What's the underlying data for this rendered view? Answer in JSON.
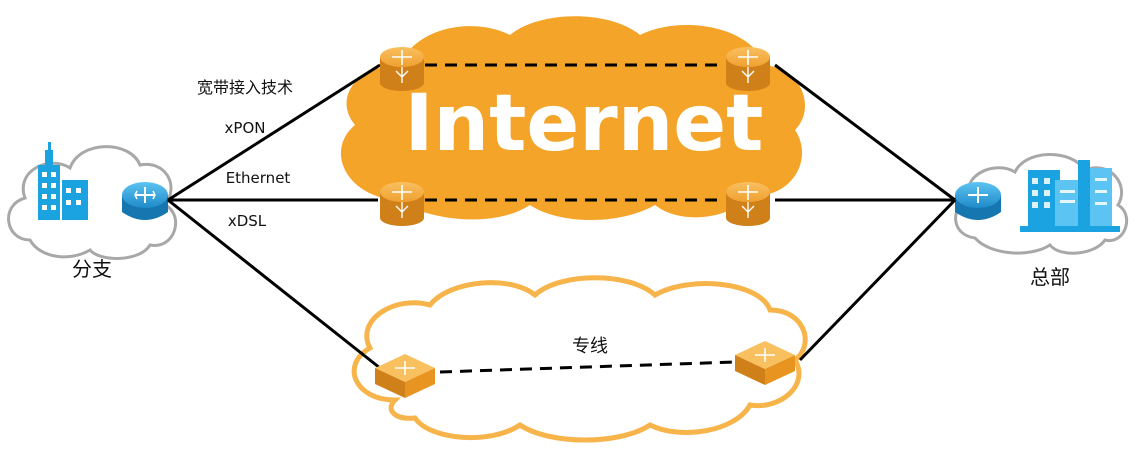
{
  "diagram": {
    "internet_label": "Internet",
    "branch_label": "分支",
    "hq_label": "总部",
    "broadband_label": "宽带接入技术",
    "access_technologies": [
      "xPON",
      "Ethernet",
      "xDSL"
    ],
    "leased_line_label": "专线"
  },
  "colors": {
    "cloud_orange": "#F4A428",
    "cloud_outline": "#F7B44A",
    "cloud_light_fill": "#FFFFFF",
    "device_orange": "#F0A030",
    "device_dark": "#D08018",
    "router_blue": "#1E9AD8",
    "building_blue": "#1AA3E0",
    "link_color": "#000000"
  },
  "icons": {
    "branch_building": "building-icon",
    "branch_router": "router-icon",
    "hq_building": "office-building-icon",
    "hq_router": "router-icon",
    "internet_router": "router-icon",
    "leased_line_switch": "switch-icon"
  }
}
